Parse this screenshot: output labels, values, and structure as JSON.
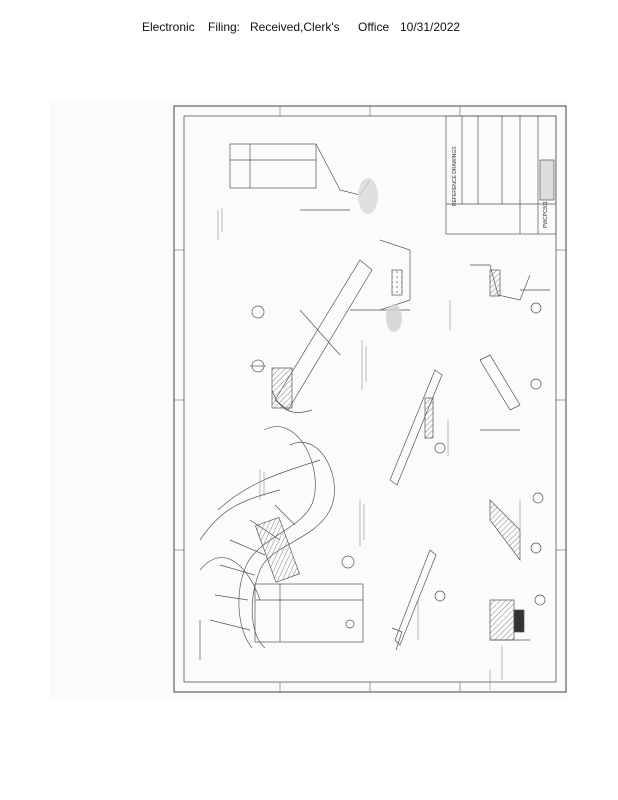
{
  "filing_header": {
    "word1": "Electronic",
    "word2": "Filing:",
    "word3": "Received,Clerk's",
    "word4": "Office",
    "date": "10/31/2022"
  },
  "drawing": {
    "title_block_heading": "REFERENCE DRAWINGS",
    "sheet_number": "PWCPC001",
    "colors": {
      "line": "#555555",
      "frame": "#444444",
      "hatch": "#888888",
      "paper": "#fbfbfb"
    }
  }
}
